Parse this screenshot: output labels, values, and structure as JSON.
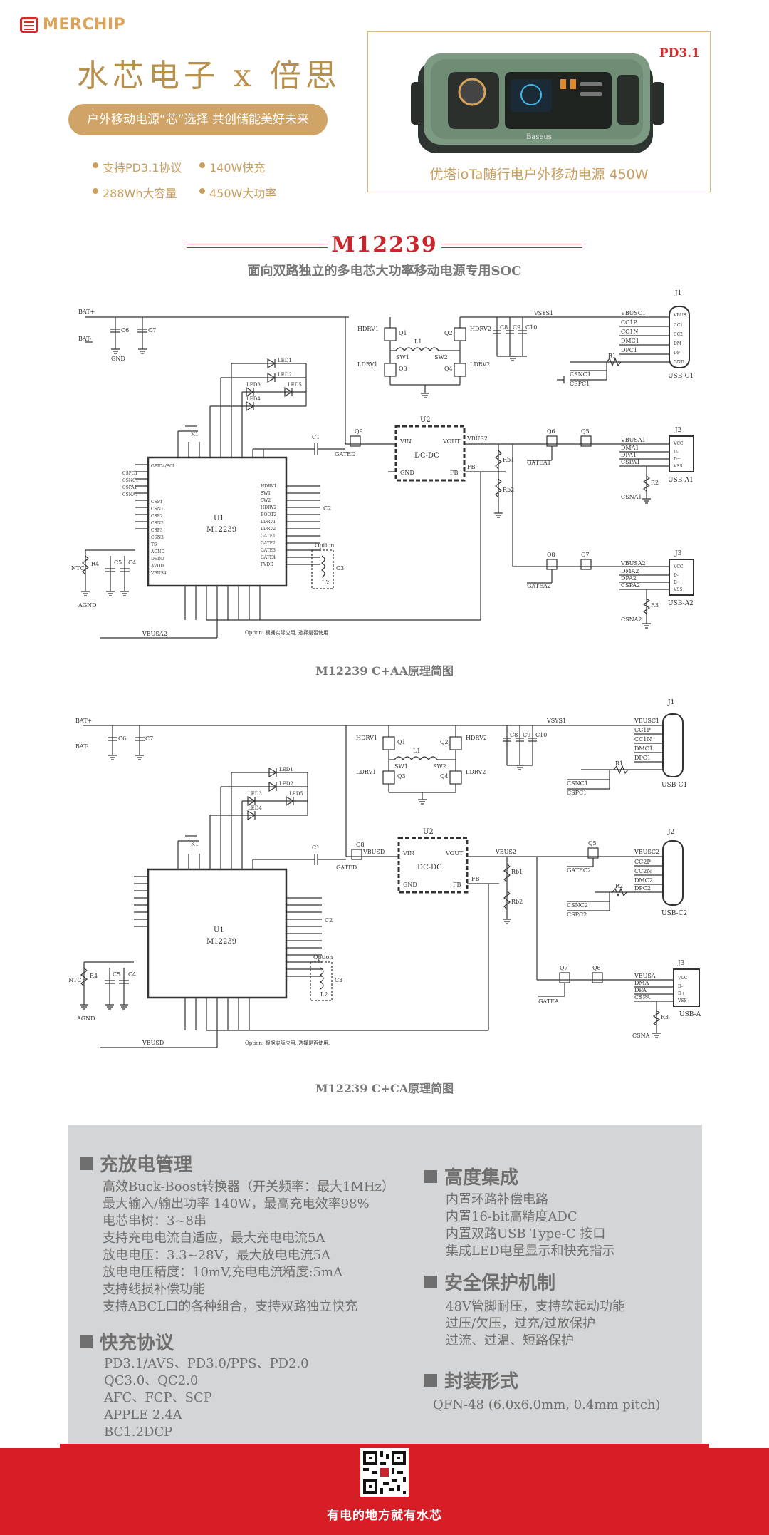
{
  "header": {
    "logo_text": "MERCHIP",
    "title": "水芯电子 x 倍思",
    "slogan": "户外移动电源“芯”选择 共创储能美好未来",
    "features": [
      "支持PD3.1协议",
      "140W快充",
      "288Wh大容量",
      "450W大功率"
    ]
  },
  "product": {
    "tag": "PD3.1",
    "brand": "Baseus",
    "caption": "优塔ioTa随行电户外移动电源 450W"
  },
  "chip": {
    "name": "M12239",
    "subtitle": "面向双路独立的多电芯大功率移动电源专用SOC"
  },
  "schematic1": {
    "caption": "M12239 C+AA原理简图",
    "option_note": "Option: 根据实际应用, 选择是否使用.",
    "labels": {
      "bat_pos": "BAT+",
      "bat_neg": "BAT-",
      "c6": "C6",
      "c7": "C7",
      "gnd": "GND",
      "hdrv1": "HDRV1",
      "hdrv2": "HDRV2",
      "ldrv1": "LDRV1",
      "ldrv2": "LDRV2",
      "q1": "Q1",
      "q2": "Q2",
      "q3": "Q3",
      "q4": "Q4",
      "l1": "L1",
      "sw1": "SW1",
      "sw2": "SW2",
      "c8": "C8",
      "c9": "C9",
      "c10": "C10",
      "vsys1": "VSYS1",
      "vbusc1": "VBUSC1",
      "cc1p": "CC1P",
      "cc1n": "CC1N",
      "dmc1": "DMC1",
      "dpc1": "DPC1",
      "r1": "R1",
      "csnc1": "CSNC1",
      "cspc1": "CSPC1",
      "j1": "J1",
      "usbc1": "USB-C1",
      "j1_pins": [
        "VBUS",
        "CC1",
        "CC2",
        "DM",
        "DP",
        "GND"
      ],
      "u2": "U2",
      "dcdc": "DC-DC",
      "vin": "VIN",
      "vout": "VOUT",
      "fb": "FB",
      "q9": "Q9",
      "gated": "GATED",
      "vbus2": "VBUS2",
      "rb1": "Rb1",
      "rb2": "Rb2",
      "q5": "Q5",
      "q6": "Q6",
      "q7": "Q7",
      "q8": "Q8",
      "gatea1": "GATEA1",
      "gatea2": "GATEA2",
      "vbusa1": "VBUSA1",
      "dma1": "DMA1",
      "dpa1": "DPA1",
      "cspa1": "CSPA1",
      "r2": "R2",
      "csna1": "CSNA1",
      "j2": "J2",
      "usba1": "USB-A1",
      "j2_pins": [
        "VCC",
        "D-",
        "D+",
        "VSS"
      ],
      "vbusa2": "VBUSA2",
      "dma2": "DMA2",
      "dpa2": "DPA2",
      "cspa2": "CSPA2",
      "r3": "R3",
      "csna2": "CSNA2",
      "j3": "J3",
      "usba2": "USB-A2",
      "u1": "U1",
      "m12239": "M12239",
      "k1": "K1",
      "c1": "C1",
      "c2": "C2",
      "c3": "C3",
      "c4": "C4",
      "c5": "C5",
      "l2": "L2",
      "r4": "R4",
      "ntc": "NTC",
      "agnd": "AGND",
      "option": "Option",
      "vbusa2_net": "VBUSA2",
      "leds": [
        "LED1",
        "LED2",
        "LED3",
        "LED4",
        "LED5"
      ],
      "u1_left": [
        "GPIO4/SCL",
        "CSPC1",
        "CSNC1",
        "CSPA1",
        "CSNA1",
        "CSP1",
        "CSN1",
        "CSP2",
        "CSN2",
        "CSP3",
        "CSN3",
        "TS",
        "AGND",
        "DVDD",
        "AVDD",
        "VBUS4"
      ],
      "u1_right": [
        "HDRV1",
        "SW1",
        "SW2",
        "HDRV2",
        "BOOT2",
        "LDRV1",
        "LDRV2",
        "GATE1",
        "GATE2",
        "GATE3",
        "GATE4",
        "PVDD"
      ]
    }
  },
  "schematic2": {
    "caption": "M12239 C+CA原理简图",
    "option_note": "Option: 根据实际应用, 选择是否使用.",
    "labels": {
      "vbusd": "VBUSD",
      "gatec2": "GATEC2",
      "vbusc2": "VBUSC2",
      "cc2p": "CC2P",
      "cc2n": "CC2N",
      "dmc2": "DMC2",
      "dpc2": "DPC2",
      "csnc2": "CSNC2",
      "cspc2": "CSPC2",
      "usbc2": "USB-C2",
      "gatea": "GATEA",
      "vbusa": "VBUSA",
      "dma": "DMA",
      "dpa": "DPA",
      "cspa": "CSPA",
      "csna": "CSNA",
      "usba": "USB-A"
    }
  },
  "specs": {
    "charge": {
      "title": "充放电管理",
      "items": [
        "高效Buck-Boost转换器（开关频率：最大1MHz）",
        "最大输入/输出功率 140W，最高充电效率98%",
        "电芯串树：3~8串",
        "支持充电电流自适应，最大充电电流5A",
        "放电电压：3.3~28V，最大放电电流5A",
        "放电电压精度：10mV,充电电流精度:5mA",
        "支持线损补偿功能",
        "支持ABCL口的各种组合，支持双路独立快充"
      ]
    },
    "fastcharge": {
      "title": "快充协议",
      "items": [
        "PD3.1/AVS、PD3.0/PPS、PD2.0",
        "QC3.0、QC2.0",
        "AFC、FCP、SCP",
        "APPLE 2.4A",
        "BC1.2DCP"
      ]
    },
    "integration": {
      "title": "高度集成",
      "items": [
        "内置环路补偿电路",
        "内置16-bit高精度ADC",
        "内置双路USB Type-C 接口",
        "集成LED电量显示和快充指示"
      ]
    },
    "protection": {
      "title": "安全保护机制",
      "items": [
        "48V管脚耐压，支持软起动功能",
        "过压/欠压，过充/过放保护",
        "过流、过温、短路保护"
      ]
    },
    "package": {
      "title": "封装形式",
      "items": [
        "QFN-48 (6.0x6.0mm, 0.4mm pitch)"
      ]
    }
  },
  "footer": {
    "slogan": "有电的地方就有水芯"
  },
  "colors": {
    "brand_red": "#d71e26",
    "gold": "#c9a060",
    "panel_gray": "#d4d5d7"
  }
}
